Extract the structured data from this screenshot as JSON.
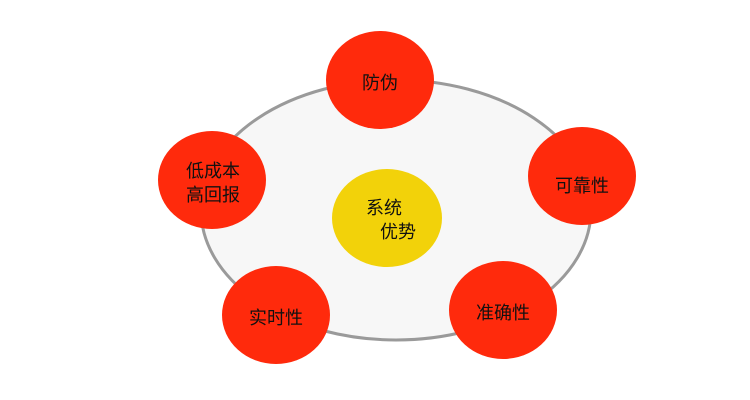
{
  "colors": {
    "ring_fill": "#f7f7f7",
    "ring_stroke": "#9a9a9a",
    "node_fill": "#ff2a0c",
    "center_fill": "#f2d20a",
    "text": "#111111"
  },
  "center": {
    "lines": [
      "系统",
      "优势"
    ]
  },
  "nodes": [
    {
      "id": "fangwei",
      "lines": [
        "防伪"
      ]
    },
    {
      "id": "kekaoxing",
      "lines": [
        "可靠性"
      ]
    },
    {
      "id": "zhunquexing",
      "lines": [
        "准确性"
      ]
    },
    {
      "id": "shishixing",
      "lines": [
        "实时性"
      ]
    },
    {
      "id": "dichengben",
      "lines": [
        "低成本",
        "高回报"
      ]
    }
  ]
}
